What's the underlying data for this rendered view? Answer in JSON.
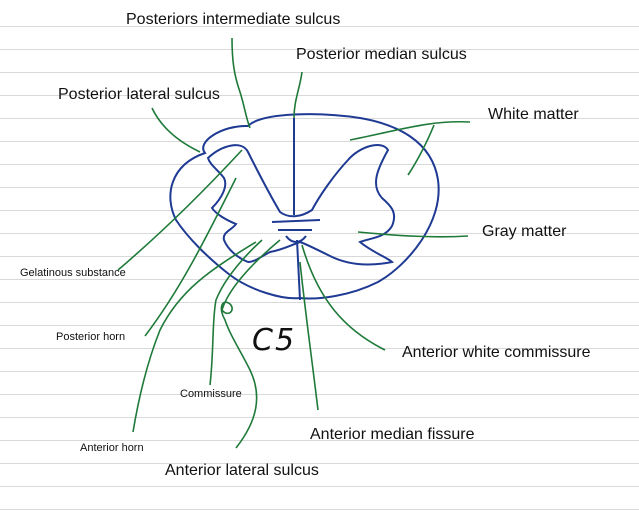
{
  "labels": {
    "posterior_intermediate_sulcus": "Posteriors intermediate sulcus",
    "posterior_median_sulcus": "Posterior median sulcus",
    "posterior_lateral_sulcus": "Posterior lateral sulcus",
    "white_matter": "White matter",
    "gray_matter": "Gray matter",
    "gelatinous_substance": "Gelatinous substance",
    "posterior_horn": "Posterior horn",
    "anterior_white_commissure": "Anterior white commissure",
    "commissure": "Commissure",
    "anterior_median_fissure": "Anterior median fissure",
    "anterior_horn": "Anterior horn",
    "anterior_lateral_sulcus": "Anterior lateral sulcus",
    "level": "C5"
  },
  "colors": {
    "outline": "#1f3a93",
    "leader": "#1f7a3a",
    "paper_line": "#d9d9d9",
    "text": "#111111"
  }
}
